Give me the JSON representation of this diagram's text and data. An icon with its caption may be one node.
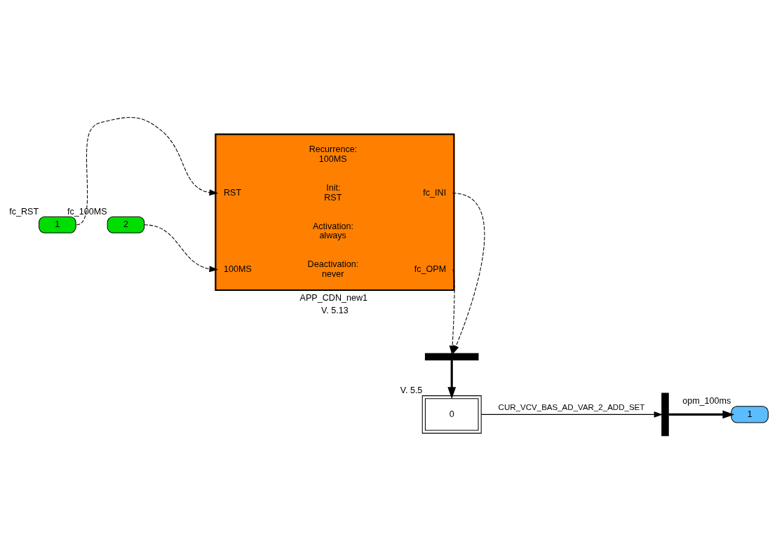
{
  "diagram": {
    "nodes": [
      {
        "text": [
          "1"
        ],
        "beside": [
          "fc_RST"
        ]
      },
      {
        "text": [
          "2"
        ],
        "beside": [
          "fc_100MS"
        ]
      },
      {
        "text": [
          "Recurrence:",
          "100MS",
          "RST",
          "Init:",
          "RST",
          "fc_INI",
          "Activation:",
          "always",
          "100MS",
          "fc_OPM",
          "Deactivation:",
          "never"
        ],
        "beside": [
          "APP_CDN_new1",
          "V. 5.13"
        ]
      },
      {
        "text": [],
        "shape": "bar"
      },
      {
        "text": [
          "0"
        ],
        "beside": [
          "V. 5.5"
        ]
      },
      {
        "text": [],
        "shape": "bar"
      },
      {
        "text": [
          "1"
        ],
        "beside": [
          "opm_100ms"
        ]
      }
    ],
    "edges": [
      {
        "from": 0,
        "to": 2,
        "arrow": "to",
        "style": "dashed"
      },
      {
        "from": 1,
        "to": 2,
        "arrow": "to",
        "style": "dashed"
      },
      {
        "from": 2,
        "to": 3,
        "arrow": "to",
        "style": "dashed"
      },
      {
        "from": 2,
        "to": 3,
        "arrow": "to",
        "style": "dashed"
      },
      {
        "from": 3,
        "to": 4,
        "arrow": "to",
        "style": "thick"
      },
      {
        "from": 4,
        "to": 5,
        "arrow": "to",
        "label": "CUR_VCV_BAS_AD_VAR_2_ADD_SET"
      },
      {
        "from": 5,
        "to": 6,
        "arrow": "to",
        "style": "thick"
      }
    ]
  }
}
